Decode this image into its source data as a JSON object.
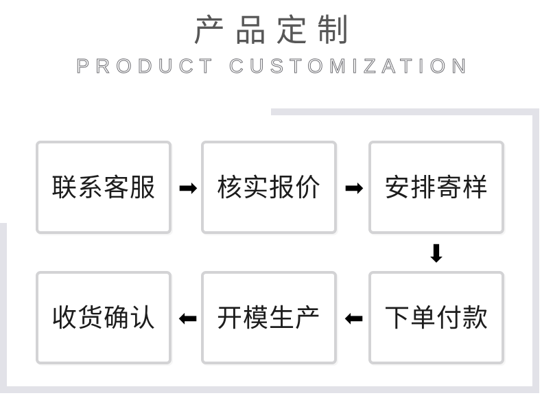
{
  "header": {
    "title_cn": "产品定制",
    "title_en": "PRODUCT CUSTOMIZATION"
  },
  "colors": {
    "frame": "#e2e2e8",
    "node_border": "#d3d3d5",
    "node_text": "#1c1c1c",
    "title_cn": "#575757",
    "title_en_stroke": "#6d6d72",
    "arrow": "#000000",
    "background": "#ffffff"
  },
  "flow": {
    "rows": [
      {
        "direction": "left-to-right",
        "nodes": [
          {
            "label": "联系客服",
            "step": 1
          },
          {
            "label": "核实报价",
            "step": 2
          },
          {
            "label": "安排寄样",
            "step": 3
          }
        ],
        "connectors": [
          {
            "icon": "arrow-right-icon",
            "glyph": "➡"
          },
          {
            "icon": "arrow-right-icon",
            "glyph": "➡"
          }
        ]
      },
      {
        "direction": "right-to-left",
        "nodes": [
          {
            "label": "收货确认",
            "step": 6
          },
          {
            "label": "开模生产",
            "step": 5
          },
          {
            "label": "下单付款",
            "step": 4
          }
        ],
        "connectors": [
          {
            "icon": "arrow-left-icon",
            "glyph": "⬅"
          },
          {
            "icon": "arrow-left-icon",
            "glyph": "⬅"
          }
        ]
      }
    ],
    "row_connector": {
      "icon": "arrow-down-icon",
      "glyph": "⬇"
    }
  }
}
